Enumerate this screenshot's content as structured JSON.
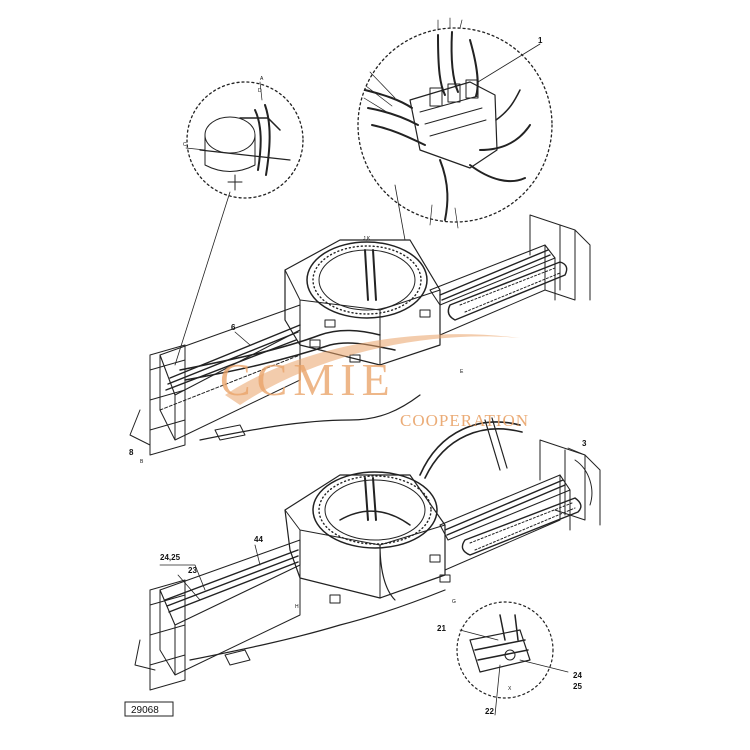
{
  "figure_number": "29068",
  "watermark": {
    "brand": "CCMIE",
    "subtitle": "COOPERATION"
  },
  "watermark_color": "#e9a368",
  "callouts": {
    "c1": "1",
    "c3": "3",
    "c6": "6",
    "c8": "8",
    "c21": "21",
    "c22": "22",
    "c23": "23",
    "c24_25_top": "24,25",
    "c44": "44",
    "c24": "24",
    "c25": "25"
  },
  "small_marks": {
    "a": "A",
    "b": "B",
    "c": "C",
    "d": "D",
    "e": "E",
    "x": "X",
    "jk": "J,K",
    "h": "H",
    "g": "G"
  }
}
